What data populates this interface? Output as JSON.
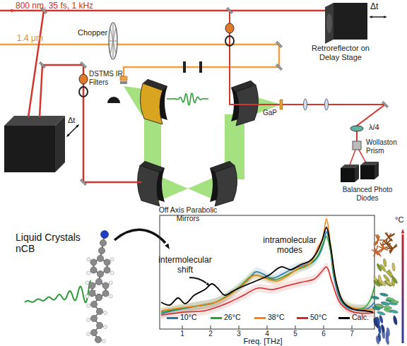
{
  "diagram": {
    "labels": [
      "800 nm, 35 fs, 1 kHz",
      "Δt",
      "1.4 μm",
      "Chopper",
      "Retroreflector on Delay Stage",
      "Δt",
      "DSTMS IR Filters",
      "GaP",
      "λ/4",
      "Wollaston Prism",
      "Balanced Photo Diodes",
      "Off Axis Parabolic Mirrors",
      "Liquid Crystals nCB",
      "intramolecular modes",
      "intermolecular shift",
      "1",
      "2",
      "3",
      "4",
      "5",
      "6",
      "7",
      "Freq. [THz]",
      "°C"
    ],
    "legend": [
      {
        "text": "10°C",
        "color": "#1f77b4"
      },
      {
        "text": "26°C",
        "color": "#2ca02c"
      },
      {
        "text": "38°C",
        "color": "#ff7f0e"
      },
      {
        "text": "50°C",
        "color": "#d62728"
      },
      {
        "text": "Calc.",
        "color": "#000000"
      }
    ]
  }
}
